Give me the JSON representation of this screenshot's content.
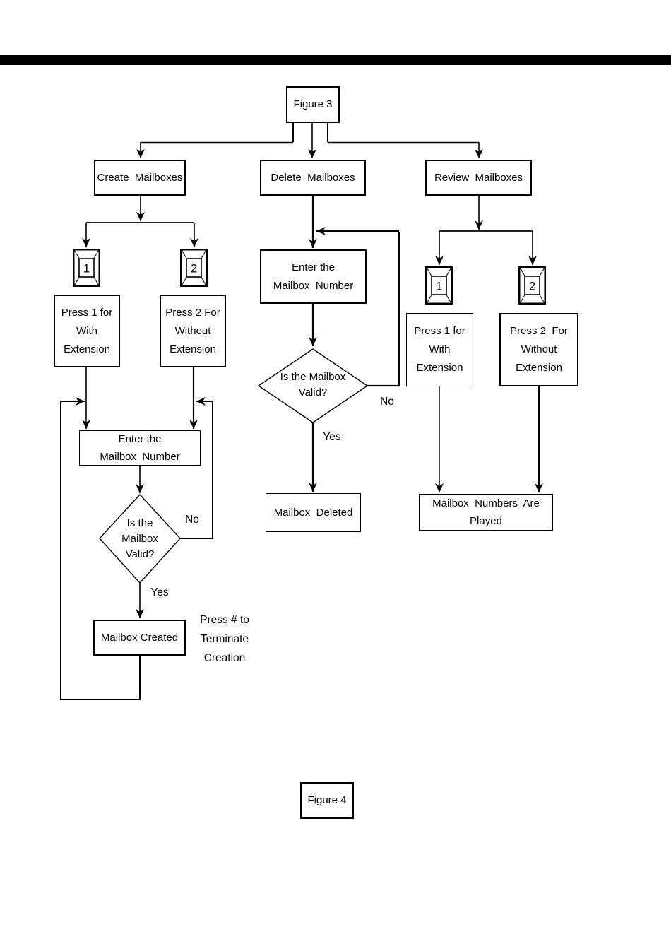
{
  "figure3_label": "Figure 3",
  "figure4_label": "Figure 4",
  "keys": {
    "one": "1",
    "two": "2"
  },
  "create": {
    "title": "Create  Mailboxes",
    "press1": "Press 1 for\nWith\nExtension",
    "press2": "Press 2 For\nWithout\nExtension",
    "enter": "Enter the\nMailbox  Number",
    "decision": "Is the\nMailbox\nValid?",
    "no_label": "No",
    "yes_label": "Yes",
    "result": "Mailbox Created",
    "note": "Press # to\nTerminate\nCreation"
  },
  "delete": {
    "title": "Delete  Mailboxes",
    "enter": "Enter the\nMailbox  Number",
    "decision": "Is the Mailbox\nValid?",
    "no_label": "No",
    "yes_label": "Yes",
    "result": "Mailbox  Deleted"
  },
  "review": {
    "title": "Review  Mailboxes",
    "press1": "Press 1 for\nWith\nExtension",
    "press2": "Press 2  For\nWithout\nExtension",
    "result": "Mailbox  Numbers  Are\nPlayed"
  },
  "colors": {
    "ink": "#000000",
    "paper": "#ffffff"
  }
}
